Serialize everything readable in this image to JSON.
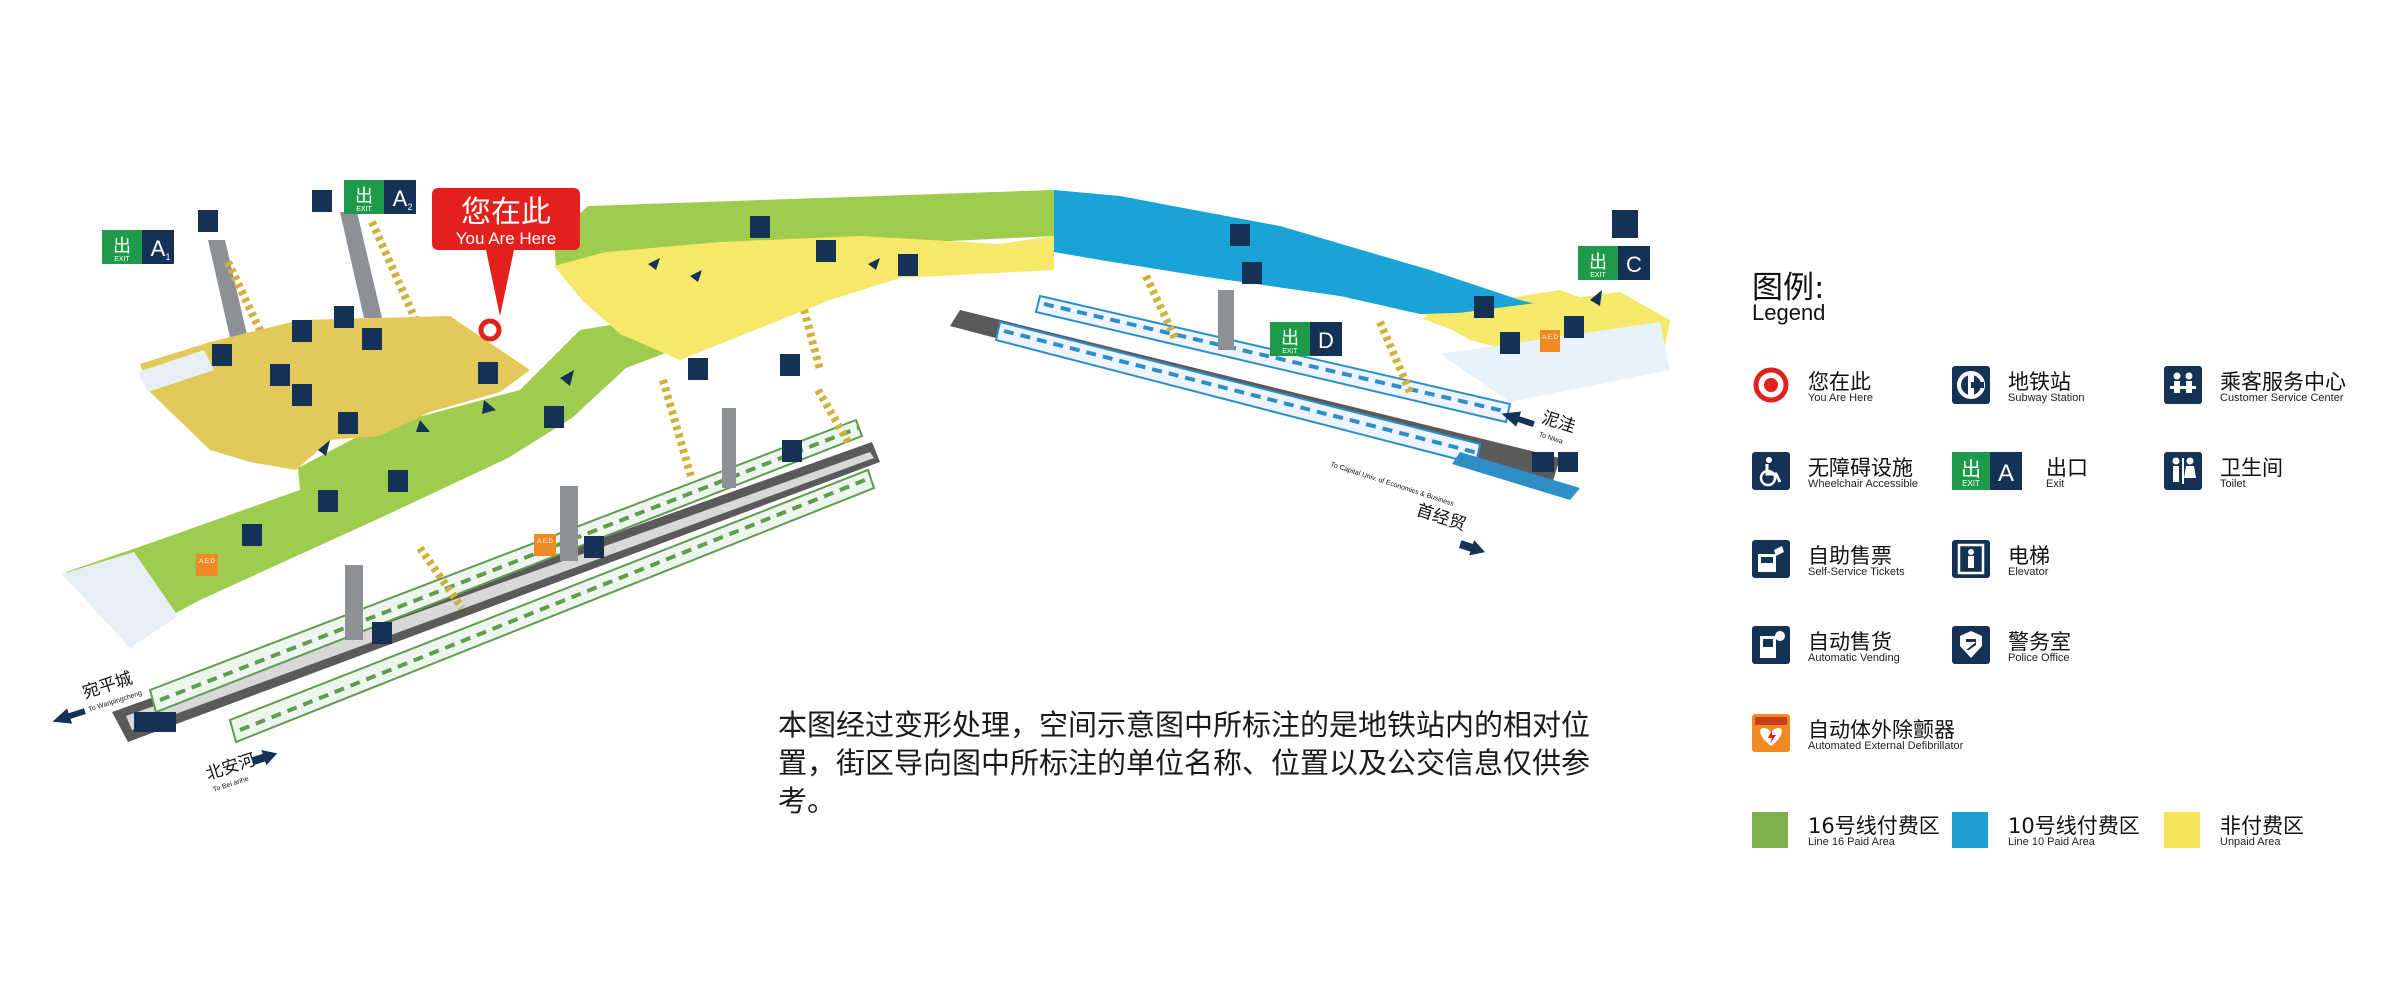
{
  "map": {
    "you_are_here": {
      "cn": "您在此",
      "en": "You Are Here"
    },
    "exits": [
      {
        "id": "exit-a1",
        "glyph": "出",
        "sub": "EXIT",
        "letter": "A",
        "index": "1"
      },
      {
        "id": "exit-a2",
        "glyph": "出",
        "sub": "EXIT",
        "letter": "A",
        "index": "2"
      },
      {
        "id": "exit-c",
        "glyph": "出",
        "sub": "EXIT",
        "letter": "C",
        "index": ""
      },
      {
        "id": "exit-d",
        "glyph": "出",
        "sub": "EXIT",
        "letter": "D",
        "index": ""
      }
    ],
    "directions": {
      "wanping": {
        "cn": "宛平城",
        "en": "To Wanpingcheng"
      },
      "beianhe": {
        "cn": "北安河",
        "en": "To Bei anhe"
      },
      "niwa": {
        "cn": "泥洼",
        "en": "To Niwa"
      },
      "shoujingmao": {
        "cn": "首经贸",
        "en": "To Capital Univ. of Economics & Business"
      }
    },
    "aed_label": "A.E.D",
    "notice": "本图经过变形处理，空间示意图中所标注的是地铁站内的相对位置，街区导向图中所标注的单位名称、位置以及公交信息仅供参考。"
  },
  "legend": {
    "title_cn": "图例:",
    "title_en": "Legend",
    "items": [
      {
        "id": "you-are-here",
        "icon": "target-icon",
        "cn": "您在此",
        "en": "You Are Here"
      },
      {
        "id": "subway-station",
        "icon": "subway-logo-icon",
        "cn": "地铁站",
        "en": "Subway Station"
      },
      {
        "id": "customer-service",
        "icon": "customer-service-icon",
        "cn": "乘客服务中心",
        "en": "Customer Service Center"
      },
      {
        "id": "wheelchair",
        "icon": "wheelchair-icon",
        "cn": "无障碍设施",
        "en": "Wheelchair Accessible"
      },
      {
        "id": "exit",
        "icon": "exit-icon",
        "cn": "出口",
        "en": "Exit",
        "exit_glyph": "出",
        "exit_sub": "EXIT",
        "exit_letter": "A"
      },
      {
        "id": "toilet",
        "icon": "toilet-icon",
        "cn": "卫生间",
        "en": "Toilet"
      },
      {
        "id": "tickets",
        "icon": "ticket-machine-icon",
        "cn": "自助售票",
        "en": "Self-Service Tickets"
      },
      {
        "id": "elevator",
        "icon": "elevator-icon",
        "cn": "电梯",
        "en": "Elevator"
      },
      {
        "id": "vending",
        "icon": "vending-icon",
        "cn": "自动售货",
        "en": "Automatic Vending"
      },
      {
        "id": "police",
        "icon": "police-icon",
        "cn": "警务室",
        "en": "Police Office"
      },
      {
        "id": "aed",
        "icon": "aed-icon",
        "cn": "自动体外除颤器",
        "en": "Automated External Defibrillator"
      }
    ],
    "areas": [
      {
        "id": "line16",
        "cn": "16号线付费区",
        "en": "Line 16 Paid Area",
        "color": "#7bb04a"
      },
      {
        "id": "line10",
        "cn": "10号线付费区",
        "en": "Line 10 Paid Area",
        "color": "#1d9ed1"
      },
      {
        "id": "unpaid",
        "cn": "非付费区",
        "en": "Unpaid Area",
        "color": "#f5e45a"
      }
    ]
  },
  "colors": {
    "line16_floor": "#9fcb4f",
    "line10_floor": "#1aa3d6",
    "unpaid_floor": "#f5e86a",
    "unpaid_dark": "#e2c95a",
    "icon_navy": "#143256",
    "exit_green": "#1f9a4a",
    "you_are_here_red": "#e2211c",
    "aed_orange": "#f08a25",
    "track_dark": "#555555",
    "pillar": "#8d9095",
    "stair": "#d1b13a"
  }
}
